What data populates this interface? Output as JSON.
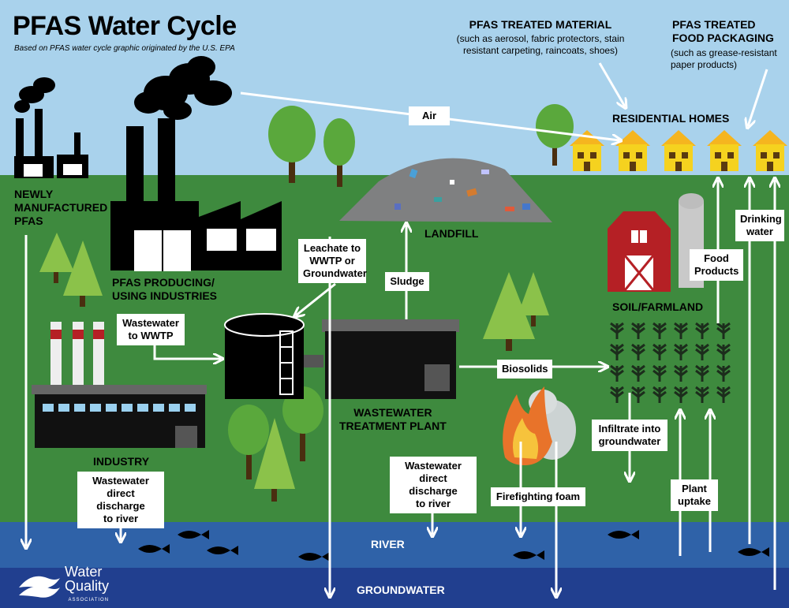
{
  "title": "PFAS Water Cycle",
  "subtitle": "Based on PFAS water cycle graphic originated by the U.S. EPA",
  "labels": {
    "newly_manufactured": [
      "NEWLY",
      "MANUFACTURED",
      "PFAS"
    ],
    "producing_industries": [
      "PFAS PRODUCING/",
      "USING INDUSTRIES"
    ],
    "industry": "INDUSTRY",
    "landfill": "LANDFILL",
    "wwtp": [
      "WASTEWATER",
      "TREATMENT PLANT"
    ],
    "soil": "SOIL/FARMLAND",
    "residential": "RESIDENTIAL HOMES",
    "treated_material_title": "PFAS TREATED MATERIAL",
    "treated_material_desc": [
      "(such as aerosol, fabric protectors, stain",
      "resistant carpeting, raincoats, shoes)"
    ],
    "food_packaging_title": [
      "PFAS TREATED",
      "FOOD PACKAGING"
    ],
    "food_packaging_desc": [
      "(such as grease-resistant",
      "paper products)"
    ],
    "river": "RIVER",
    "groundwater": "GROUNDWATER"
  },
  "flows": {
    "air": "Air",
    "leachate": [
      "Leachate to",
      "WWTP or",
      "Groundwater"
    ],
    "sludge": "Sludge",
    "wastewater_to_wwtp": [
      "Wastewater",
      "to WWTP"
    ],
    "biosolids": "Biosolids",
    "food_products": [
      "Food",
      "Products"
    ],
    "drinking_water": [
      "Drinking",
      "water"
    ],
    "industry_discharge": [
      "Wastewater",
      "direct discharge",
      "to river"
    ],
    "wwtp_discharge": [
      "Wastewater",
      "direct discharge",
      "to river"
    ],
    "firefighting": "Firefighting foam",
    "infiltrate": [
      "Infiltrate into",
      "groundwater"
    ],
    "plant_uptake": [
      "Plant",
      "uptake"
    ]
  },
  "logo": {
    "line1": "Water",
    "line2": "Quality",
    "line3": "ASSOCIATION"
  },
  "colors": {
    "sky": "#a9d2ec",
    "land": "#3e8a3e",
    "river": "#2f62a8",
    "groundwater": "#213f8f",
    "house": "#f5d21f",
    "barn": "#b52025"
  }
}
